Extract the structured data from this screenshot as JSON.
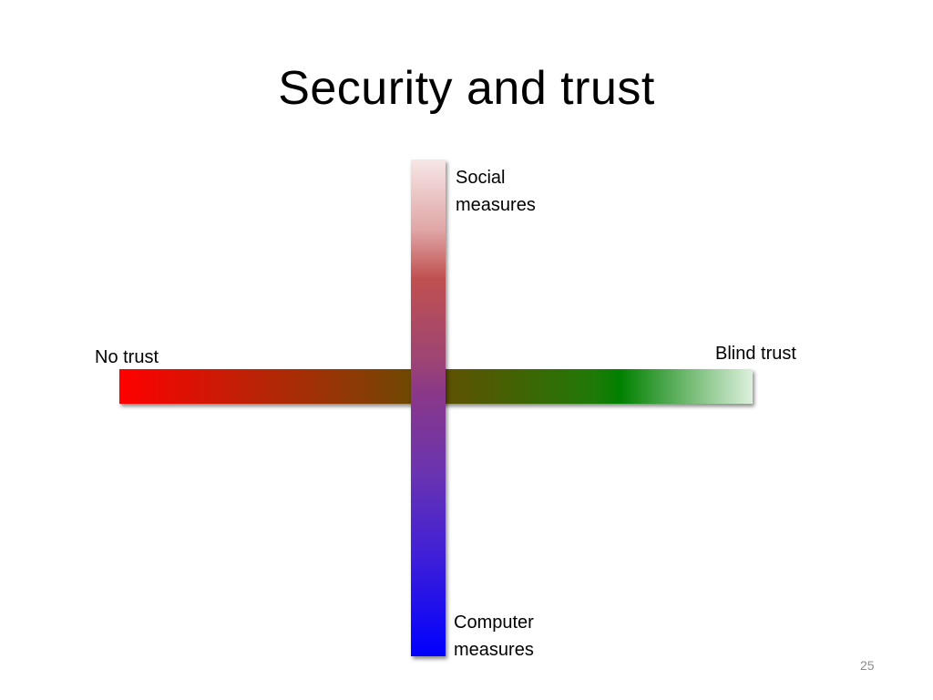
{
  "slide": {
    "title": "Security and trust",
    "page_number": "25"
  },
  "diagram": {
    "horizontal_axis": {
      "left_label": "No trust",
      "right_label": "Blind trust",
      "colors": [
        "#ff0000",
        "#6a4a02",
        "#008000",
        "#ddf0dd"
      ]
    },
    "vertical_axis": {
      "top_label": "Social\nmeasures",
      "bottom_label": "Computer\nmeasures",
      "colors": [
        "#f6e6e6",
        "#c05050",
        "#8a3888",
        "#0000ff"
      ]
    }
  }
}
